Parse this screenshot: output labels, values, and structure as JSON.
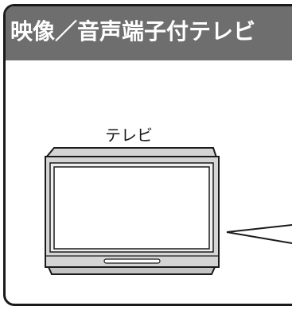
{
  "header": {
    "title": "映像／音声端子付テレビ"
  },
  "tv": {
    "label": "テレビ"
  },
  "colors": {
    "header_bg": "#6e6e6e",
    "outline": "#1a1a1a",
    "tv_body": "#d4d4d4",
    "screen": "#ffffff"
  },
  "icons": {
    "television": "television-icon",
    "cable": "cable-lines"
  }
}
